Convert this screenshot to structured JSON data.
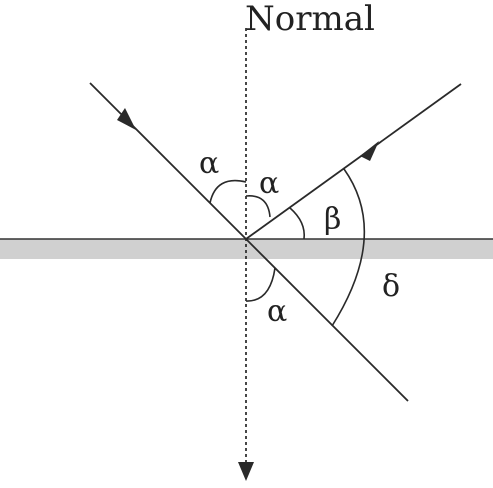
{
  "labels": {
    "normal": "Normal",
    "alpha_incident": "α",
    "alpha_reflected": "α",
    "alpha_lower": "α",
    "beta": "β",
    "delta": "δ"
  },
  "colors": {
    "line": "#2a2a2a",
    "mirror_fill": "#d0d0d0",
    "mirror_edge": "#333333",
    "normal_line": "#333333"
  }
}
